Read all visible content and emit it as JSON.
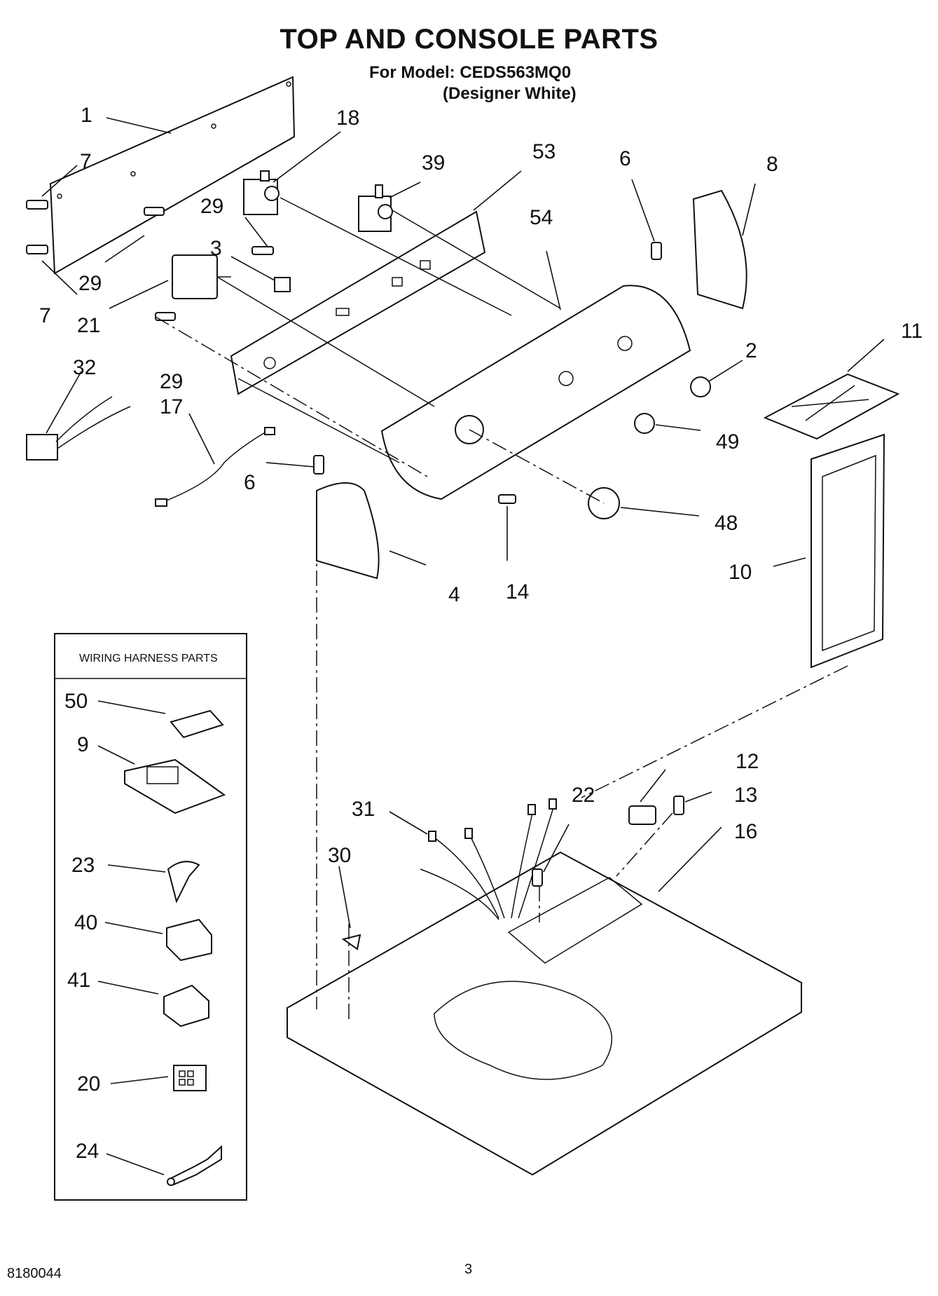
{
  "header": {
    "title": "TOP AND CONSOLE PARTS",
    "model_line": "For Model: CEDS563MQ0",
    "variant_line": "(Designer White)"
  },
  "harness_box": {
    "title": "WIRING HARNESS PARTS"
  },
  "callouts": {
    "c1": "1",
    "c18": "18",
    "c39": "39",
    "c53": "53",
    "c6a": "6",
    "c8": "8",
    "c7a": "7",
    "c29a": "29",
    "c3": "3",
    "c54": "54",
    "c29b": "29",
    "c7b": "7",
    "c21": "21",
    "c11": "11",
    "c2": "2",
    "c32": "32",
    "c29c": "29",
    "c17": "17",
    "c49": "49",
    "c6b": "6",
    "c48": "48",
    "c10": "10",
    "c4": "4",
    "c14": "14",
    "c12": "12",
    "c22": "22",
    "c13": "13",
    "c31": "31",
    "c16": "16",
    "c30": "30",
    "h50": "50",
    "h9": "9",
    "h23": "23",
    "h40": "40",
    "h41": "41",
    "h20": "20",
    "h24": "24"
  },
  "footer": {
    "doc_code": "8180044",
    "page_number": "3"
  }
}
